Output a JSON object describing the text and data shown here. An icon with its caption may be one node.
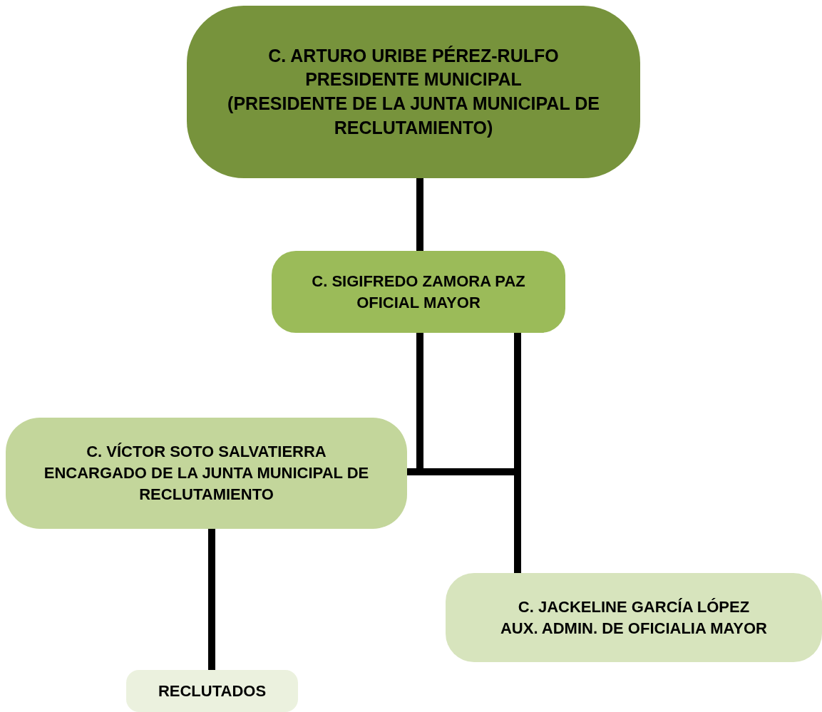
{
  "diagram": {
    "nodes": [
      {
        "text": [
          "C. ARTURO URIBE PÉREZ-RULFO",
          "PRESIDENTE MUNICIPAL",
          "(PRESIDENTE DE LA JUNTA MUNICIPAL DE RECLUTAMIENTO)"
        ]
      },
      {
        "text": [
          "C. SIGIFREDO ZAMORA PAZ",
          "OFICIAL MAYOR"
        ]
      },
      {
        "text": [
          "C. VÍCTOR SOTO SALVATIERRA",
          "ENCARGADO DE LA JUNTA MUNICIPAL DE RECLUTAMIENTO"
        ]
      },
      {
        "text": [
          "C. JACKELINE GARCÍA LÓPEZ",
          "AUX. ADMIN. DE OFICIALIA MAYOR"
        ]
      },
      {
        "text": [
          "RECLUTADOS"
        ]
      }
    ],
    "edges": [
      {
        "from": 0,
        "to": 1,
        "arrow": "none"
      },
      {
        "from": 1,
        "to": 2,
        "arrow": "none"
      },
      {
        "from": 1,
        "to": 3,
        "arrow": "none"
      },
      {
        "from": 2,
        "to": 4,
        "arrow": "none"
      }
    ]
  }
}
